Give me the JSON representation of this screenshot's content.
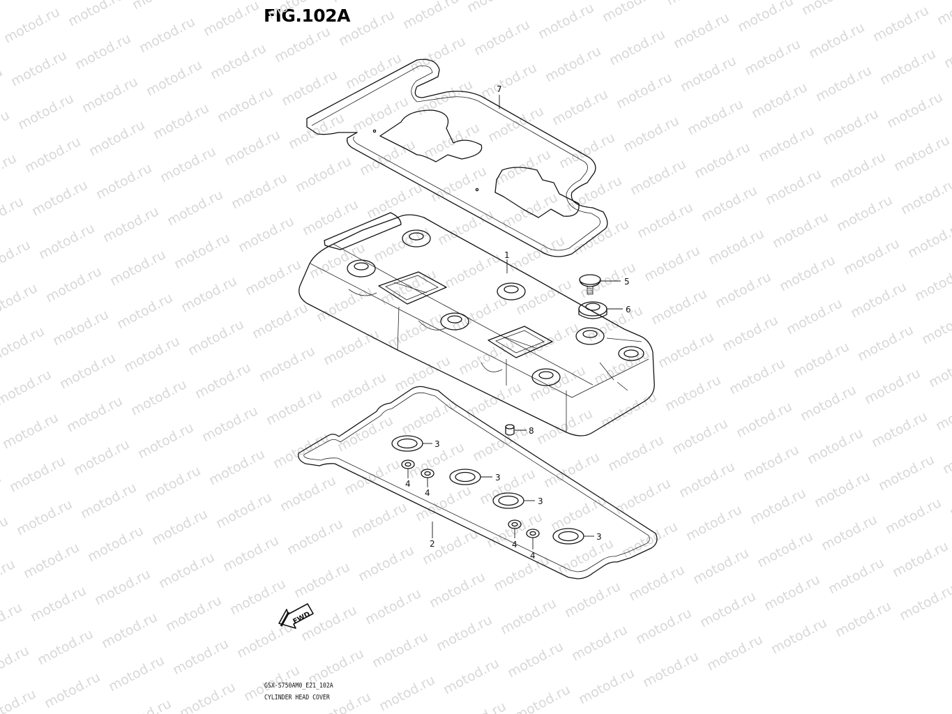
{
  "figure": {
    "title": "FIG.102A",
    "code": "GSX-S750AM0_E21_102A",
    "name": "CYLINDER HEAD COVER"
  },
  "watermark": {
    "text": "motod.ru"
  },
  "callouts": [
    "7",
    "1",
    "5",
    "6",
    "8",
    "3",
    "3",
    "3",
    "3",
    "4",
    "4",
    "4",
    "4",
    "2"
  ],
  "direction_marker": "FWD"
}
